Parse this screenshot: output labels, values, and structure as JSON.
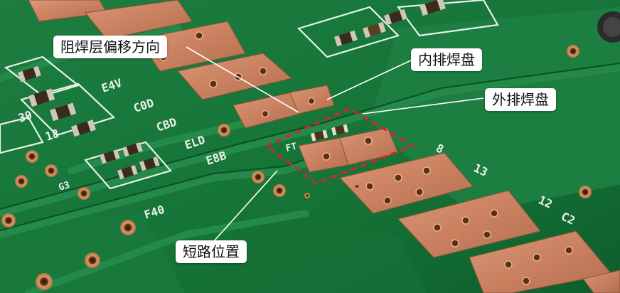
{
  "annotations": {
    "solder_mask_offset": "阻焊层偏移方向",
    "inner_pad_row": "内排焊盘",
    "outer_pad_row": "外排焊盘",
    "short_location": "短路位置"
  },
  "silkscreen": {
    "e4v": "E4V",
    "c0d": "C0D",
    "cbd": "CBD",
    "eld": "ELD",
    "e8b": "E8B",
    "f40": "F40",
    "ft": "FT",
    "l39": "39",
    "l18": "18",
    "l13": "13",
    "l8": "8",
    "l12": "12",
    "c2": "C2",
    "g3": "G3"
  },
  "colors": {
    "board_green": "#17733a",
    "copper": "#c9805e",
    "callout_bg": "#ffffff",
    "highlight_dash": "#e0202a"
  }
}
